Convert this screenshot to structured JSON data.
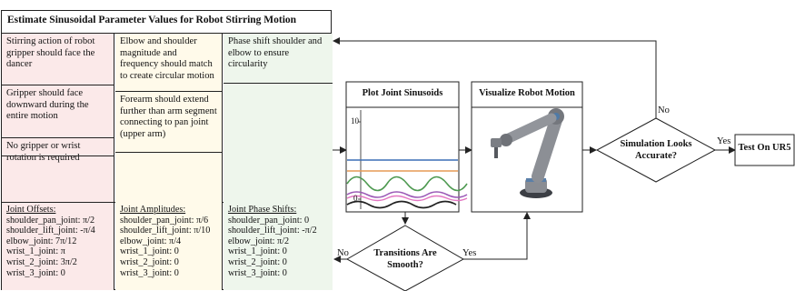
{
  "title": "Estimate Sinusoidal Parameter Values for Robot Stirring Motion",
  "col1": {
    "notes": [
      "Stirring action of robot gripper should face the dancer",
      "Gripper should face downward during the entire motion",
      "No gripper or wrist rotation is required"
    ],
    "params_header": "Joint Offsets:",
    "params": [
      "shoulder_pan_joint: π/2",
      "shoulder_lift_joint: -π/4",
      "elbow_joint: 7π/12",
      "wrist_1_joint: π",
      "wrist_2_joint: 3π/2",
      "wrist_3_joint: 0"
    ]
  },
  "col2": {
    "notes": [
      "Elbow and shoulder magnitude and frequency should match to create circular motion",
      "Forearm should extend further than arm segment connecting to pan joint (upper arm)"
    ],
    "params_header": "Joint Amplitudes:",
    "params": [
      "shoulder_pan_joint: π/6",
      "shoulder_lift_joint: π/10",
      "elbow_joint: π/4",
      "wrist_1_joint: 0",
      "wrist_2_joint: 0",
      "wrist_3_joint: 0"
    ]
  },
  "col3": {
    "notes": [
      "Phase shift shoulder and elbow to ensure circularity"
    ],
    "params_header": "Joint Phase Shifts:",
    "params": [
      "shoulder_pan_joint: 0",
      "shoulder_lift_joint: -π/2",
      "elbow_joint: π/2",
      "wrist_1_joint: 0",
      "wrist_2_joint: 0",
      "wrist_3_joint: 0"
    ]
  },
  "plot_box": {
    "title": "Plot Joint Sinusoids",
    "tick_top": "10",
    "tick_bottom": "0",
    "line_colors": [
      "#3b6fb6",
      "#e69a55",
      "#4f9a52",
      "#9b59b6",
      "#e377c2",
      "#222222"
    ]
  },
  "robot_box": {
    "title": "Visualize Robot Motion"
  },
  "decision_sim": {
    "text": "Simulation Looks Accurate?",
    "yes_label": "Yes",
    "no_label": "No"
  },
  "decision_trans": {
    "text": "Transitions Are Smooth?",
    "yes_label": "Yes",
    "no_label": "No"
  },
  "final_box": {
    "text": "Test On UR5"
  }
}
